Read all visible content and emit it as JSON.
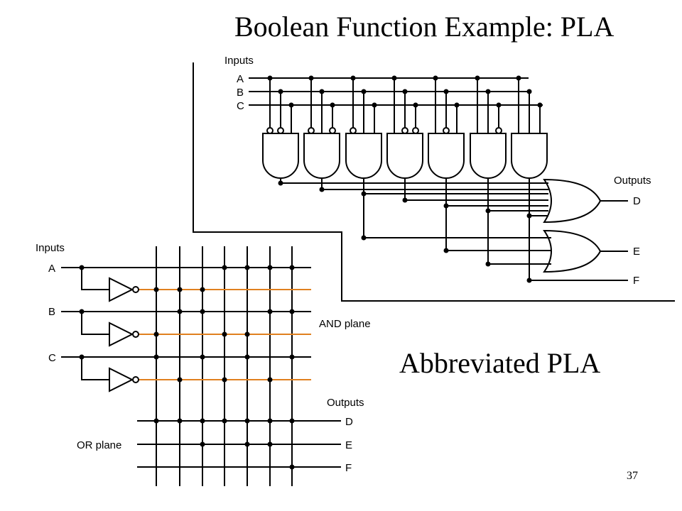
{
  "slide": {
    "title": "Boolean Function Example: PLA",
    "subtitle": "Abbreviated PLA",
    "page_number": "37"
  },
  "full_pla": {
    "inputs_label": "Inputs",
    "inputs": [
      "A",
      "B",
      "C"
    ],
    "outputs_label": "Outputs",
    "outputs": [
      "D",
      "E",
      "F"
    ]
  },
  "abbreviated_pla": {
    "inputs_label": "Inputs",
    "inputs": [
      "A",
      "B",
      "C"
    ],
    "and_plane_label": "AND plane",
    "or_plane_label": "OR plane",
    "outputs_label": "Outputs",
    "outputs": [
      "D",
      "E",
      "F"
    ]
  },
  "colors": {
    "wire": "#000000",
    "inverted_line": "#e0801f"
  }
}
